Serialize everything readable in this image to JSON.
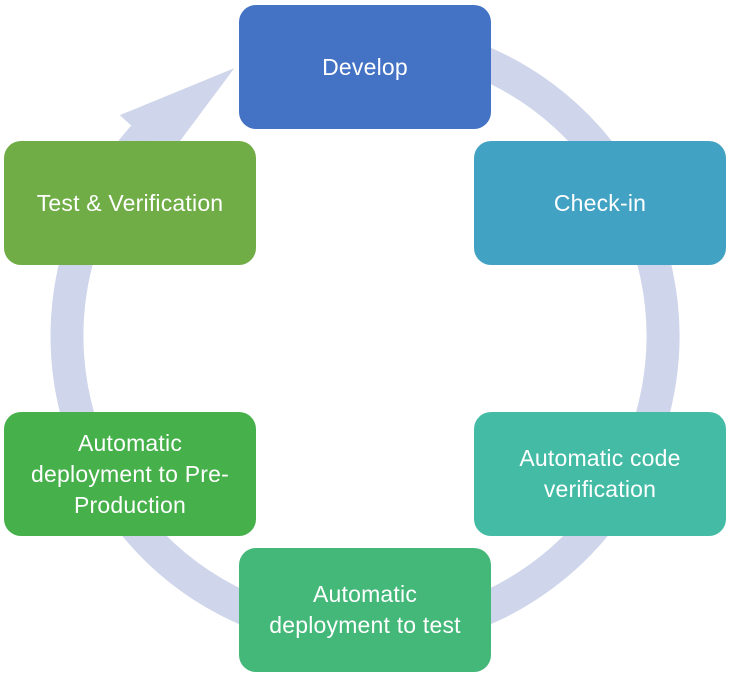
{
  "stages": [
    {
      "label": "Develop",
      "color": "#4472c4"
    },
    {
      "label": "Check-in",
      "color": "#42a2c3"
    },
    {
      "label": "Automatic code verification",
      "color": "#44bca5"
    },
    {
      "label": "Automatic deployment to test",
      "color": "#43b878"
    },
    {
      "label": "Automatic deployment to Pre-Production",
      "color": "#46b04a"
    },
    {
      "label": "Test & Verification",
      "color": "#70ad47"
    }
  ],
  "ring_color": "#cfd5ea"
}
